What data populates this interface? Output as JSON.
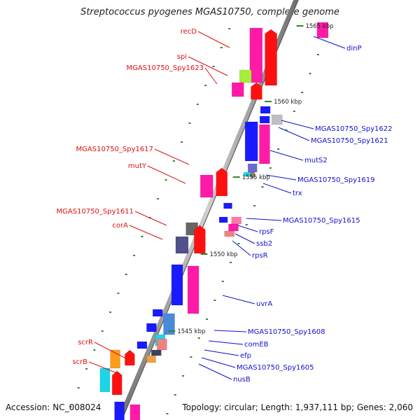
{
  "title": "Streptococcus pyogenes MGAS10750, complete genome",
  "accession": "Accession: NC_008024",
  "topology": "Topology: circular; Length: 1,937,111 bp; Genes: 2,060",
  "colors": {
    "backbone": "#8f8f8f",
    "left_label": "#dd1010",
    "right_label": "#1010cc",
    "tick": "#2a8a2a"
  },
  "kbp_marks": [
    "1565 kbp",
    "1560 kbp",
    "1555 kbp",
    "1550 kbp",
    "1545 kbp"
  ],
  "left_labels": [
    "recD",
    "spi",
    "MGAS10750_Spy1623",
    "MGAS10750_Spy1617",
    "mutY",
    "MGAS10750_Spy1611",
    "corA",
    "scrR",
    "scrB"
  ],
  "right_labels": [
    "dinP",
    "MGAS10750_Spy1622",
    "MGAS10750_Spy1621",
    "mutS2",
    "MGAS10750_Spy1619",
    "trx",
    "MGAS10750_Spy1615",
    "rpsF",
    "ssb2",
    "rpsR",
    "uvrA",
    "MGAS10750_Spy1608",
    "comEB",
    "efp",
    "MGAS10750_Spy1605",
    "nusB"
  ]
}
